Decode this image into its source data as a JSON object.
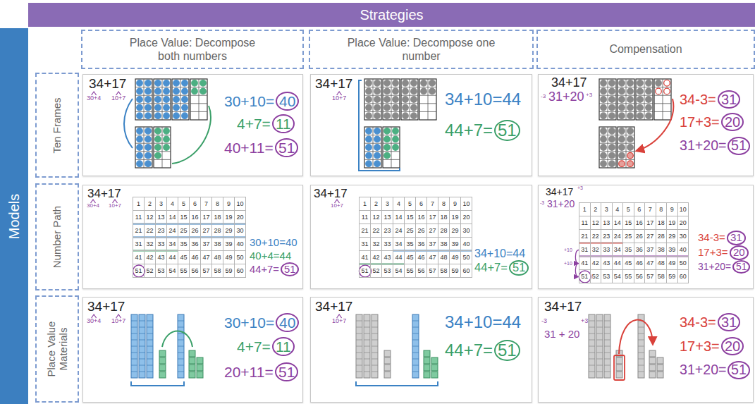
{
  "diagram": {
    "nodes": [
      {
        "text": [
          "Strategies"
        ]
      },
      {
        "text": [
          "Models"
        ]
      },
      {
        "text": [
          "Place Value: Decompose both numbers"
        ]
      },
      {
        "text": [
          "Place Value: Decompose one number"
        ]
      },
      {
        "text": [
          "Compensation"
        ]
      },
      {
        "text": [
          "Ten Frames"
        ]
      },
      {
        "text": [
          "Number Path"
        ]
      },
      {
        "text": [
          "Place Value Materials"
        ]
      },
      {
        "text": [
          "34+17",
          "30+4",
          "10+7",
          "30+10=",
          "40",
          "4+7=",
          "11",
          "40+11=",
          "51"
        ]
      },
      {
        "text": [
          "34+17",
          "10+7",
          "34+10=44",
          "44+7=",
          "51"
        ]
      },
      {
        "text": [
          "34+17",
          "-3",
          "31+20",
          "+3",
          "34-3=",
          "31",
          "17+3=",
          "20",
          "31+20=",
          "51"
        ]
      },
      {
        "text": [
          "34+17",
          "30+4",
          "10+7",
          "30+10=40",
          "40+4=44",
          "44+7=",
          "51"
        ]
      },
      {
        "text": [
          "34+17",
          "10+7",
          "34+10=44",
          "44+7=",
          "51"
        ]
      },
      {
        "text": [
          "34+17",
          "+3",
          "-3",
          "31+20",
          "34-3=",
          "31",
          "17+3=",
          "20",
          "31+20=",
          "51",
          "+10",
          "+10"
        ]
      },
      {
        "text": [
          "34+17",
          "30+4",
          "10+7",
          "30+10=",
          "40",
          "4+7=",
          "11",
          "20+11=",
          "51"
        ]
      },
      {
        "text": [
          "34+17",
          "10+7",
          "34+10=44",
          "44+7=",
          "51"
        ]
      },
      {
        "text": [
          "34+17",
          "-3",
          "+3",
          "31 + 20",
          "34-3=",
          "31",
          "17+3=",
          "20",
          "31+20=",
          "51"
        ]
      }
    ],
    "labels": [
      "1",
      "2",
      "3",
      "4",
      "5",
      "6",
      "7",
      "8",
      "9",
      "10",
      "11",
      "12",
      "13",
      "14",
      "15",
      "16",
      "17",
      "18",
      "19",
      "20",
      "21",
      "22",
      "23",
      "24",
      "25",
      "26",
      "27",
      "28",
      "29",
      "30",
      "31",
      "32",
      "33",
      "34",
      "35",
      "36",
      "37",
      "38",
      "39",
      "40",
      "41",
      "42",
      "43",
      "44",
      "45",
      "46",
      "47",
      "48",
      "49",
      "50",
      "51",
      "52",
      "53",
      "54",
      "55",
      "56",
      "57",
      "58",
      "59",
      "60",
      "1",
      "2",
      "3",
      "4",
      "5",
      "6",
      "7",
      "8",
      "9",
      "10",
      "11",
      "12",
      "13",
      "14",
      "15",
      "16",
      "17",
      "18",
      "19",
      "20",
      "21",
      "22",
      "23",
      "24",
      "25",
      "26",
      "27",
      "28",
      "29",
      "30",
      "31",
      "32",
      "33",
      "34",
      "35",
      "36",
      "37",
      "38",
      "39",
      "40",
      "41",
      "42",
      "43",
      "44",
      "45",
      "46",
      "47",
      "48",
      "49",
      "50",
      "51",
      "52",
      "53",
      "54",
      "55",
      "56",
      "57",
      "58",
      "59",
      "60",
      "1",
      "2",
      "3",
      "4",
      "5",
      "6",
      "7",
      "8",
      "9",
      "10",
      "11",
      "12",
      "13",
      "14",
      "15",
      "16",
      "17",
      "18",
      "19",
      "20",
      "21",
      "22",
      "23",
      "24",
      "25",
      "26",
      "27",
      "28",
      "29",
      "30",
      "31",
      "32",
      "33",
      "34",
      "35",
      "36",
      "37",
      "38",
      "39",
      "40",
      "41",
      "42",
      "43",
      "44",
      "45",
      "46",
      "47",
      "48",
      "49",
      "50",
      "51",
      "52",
      "53",
      "54",
      "55",
      "56",
      "57",
      "58",
      "59",
      "60"
    ]
  }
}
